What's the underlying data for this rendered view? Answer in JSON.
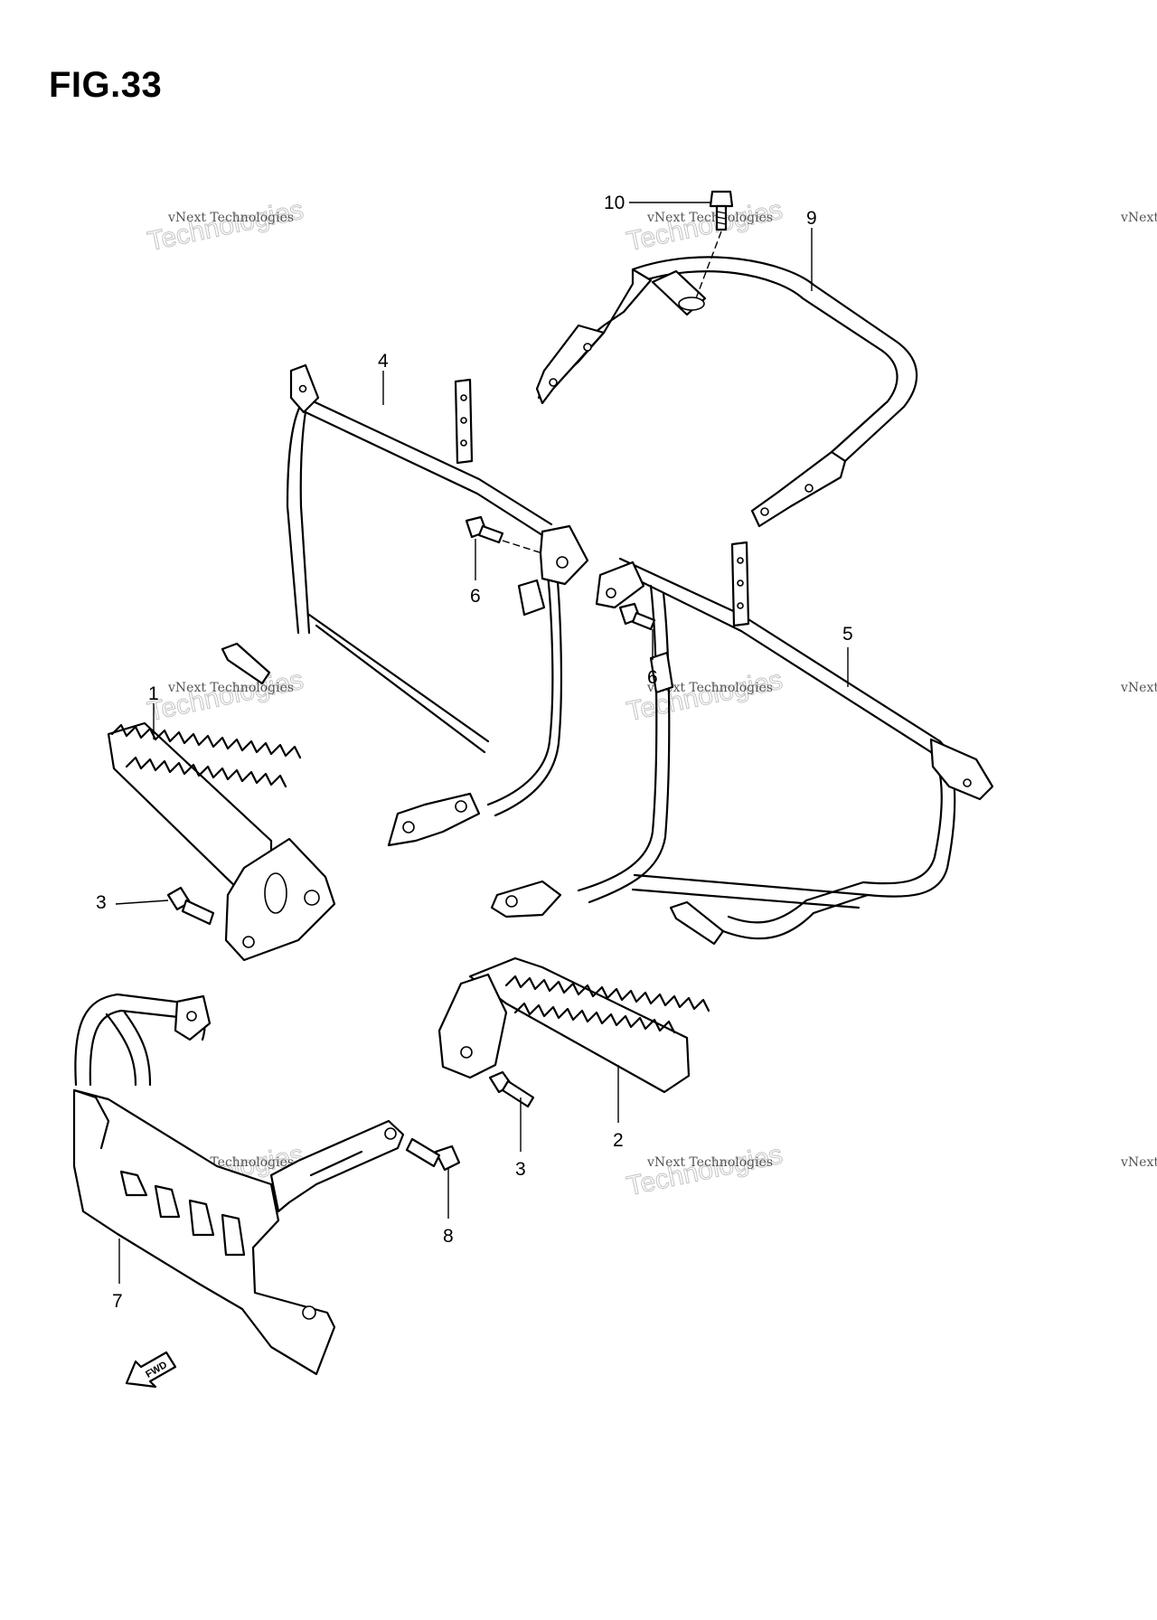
{
  "figure": {
    "title": "FIG.33"
  },
  "callouts": [
    "1",
    "2",
    "3",
    "3",
    "4",
    "5",
    "6",
    "6",
    "7",
    "8",
    "9",
    "10"
  ],
  "watermark": {
    "line1": "vNext Technologies",
    "line2": "Technologies"
  },
  "fwd_arrow": {
    "label": "FWD"
  }
}
